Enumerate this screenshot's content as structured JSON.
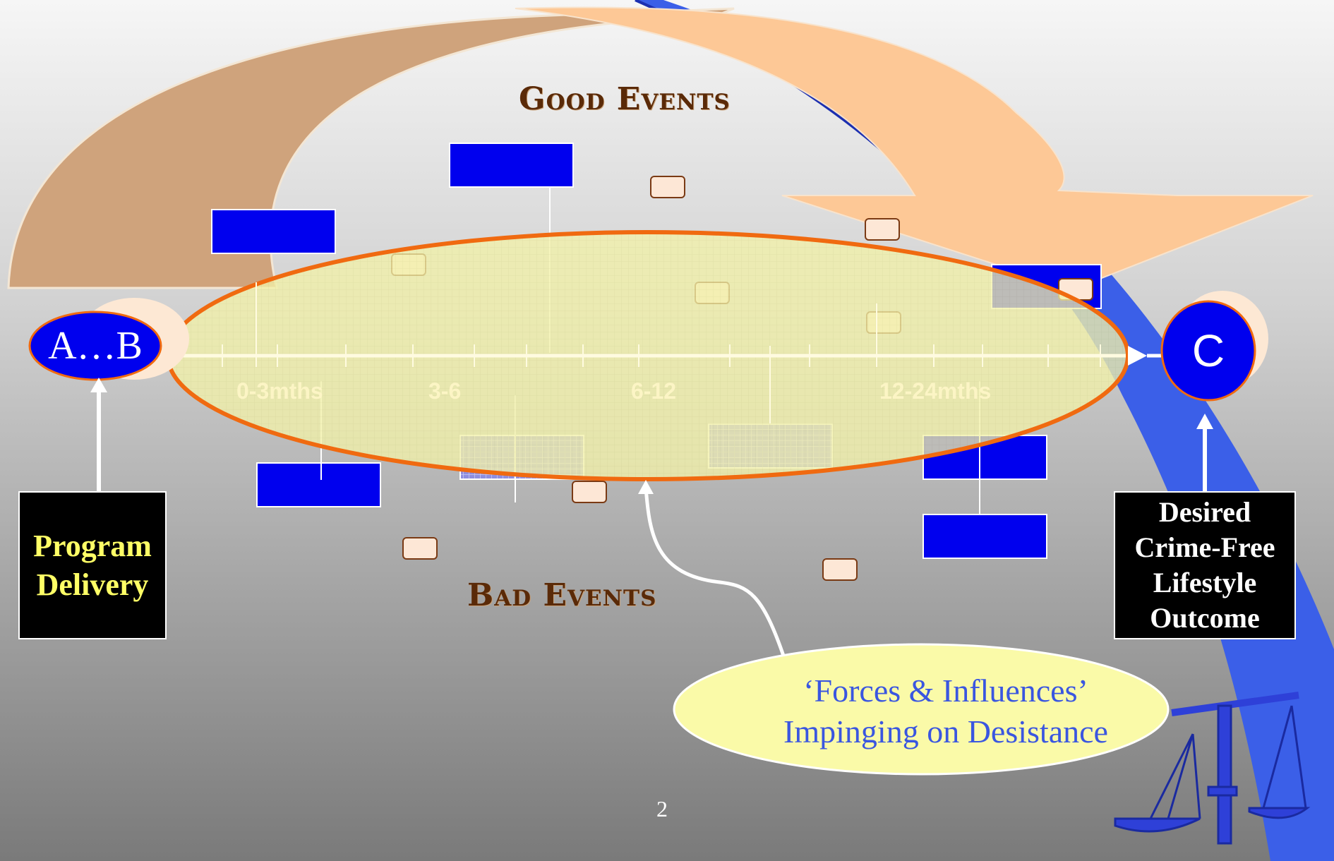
{
  "titles": {
    "good": "Good Events",
    "bad": "Bad Events"
  },
  "timeline": {
    "labels": [
      "0-3mths",
      "3-6",
      "6-12",
      "12-24mths"
    ]
  },
  "nodes": {
    "start": "A…B",
    "end": "C"
  },
  "boxes": {
    "program": [
      "Program",
      "Delivery"
    ],
    "outcome": [
      "Desired",
      "Crime-Free",
      "Lifestyle",
      "Outcome"
    ]
  },
  "forces": [
    "‘Forces & Influences’",
    "Impinging on Desistance"
  ],
  "page_number": "2",
  "colors": {
    "event_blue": "#0000ee",
    "ellipse_fill": "#f4f3a8",
    "ellipse_stroke": "#f06a10",
    "arrow_tan": "#cfa37c",
    "arrow_peach": "#fdc896",
    "box_label_program": "#ffff66",
    "box_label_outcome": "#ffffff"
  }
}
